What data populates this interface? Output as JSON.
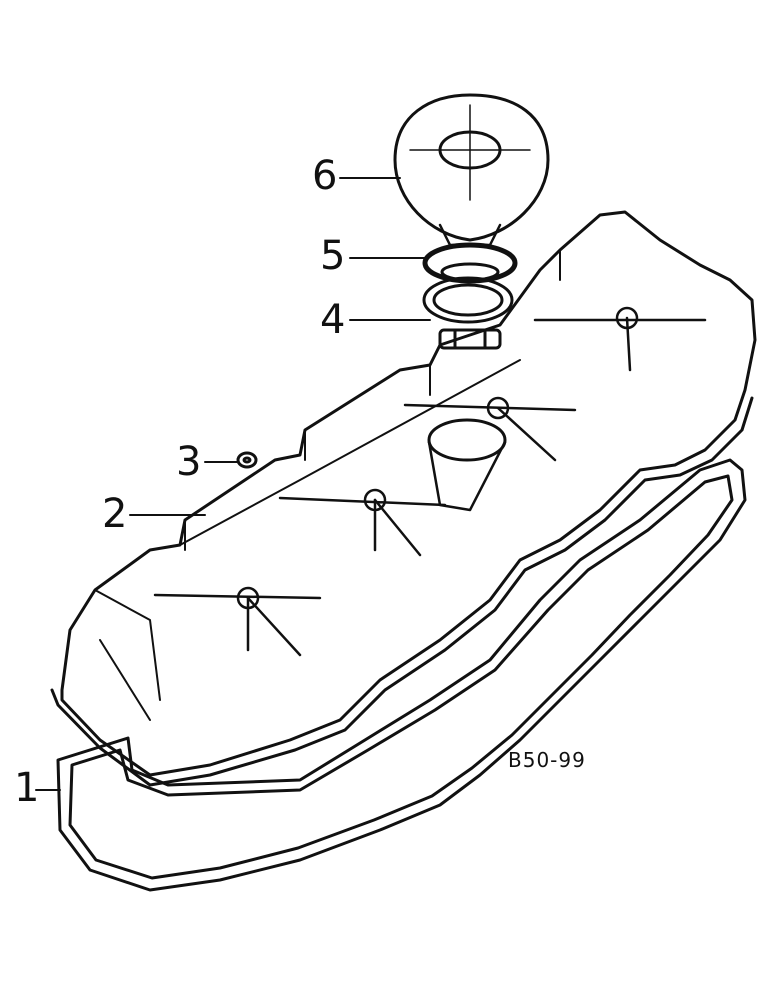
{
  "diagram": {
    "reference_code": "B50-99",
    "callouts": [
      {
        "id": "1",
        "label": "1"
      },
      {
        "id": "2",
        "label": "2"
      },
      {
        "id": "3",
        "label": "3"
      },
      {
        "id": "4",
        "label": "4"
      },
      {
        "id": "5",
        "label": "5"
      },
      {
        "id": "6",
        "label": "6"
      }
    ]
  },
  "colors": {
    "ink": "#111111",
    "paper": "#ffffff"
  }
}
